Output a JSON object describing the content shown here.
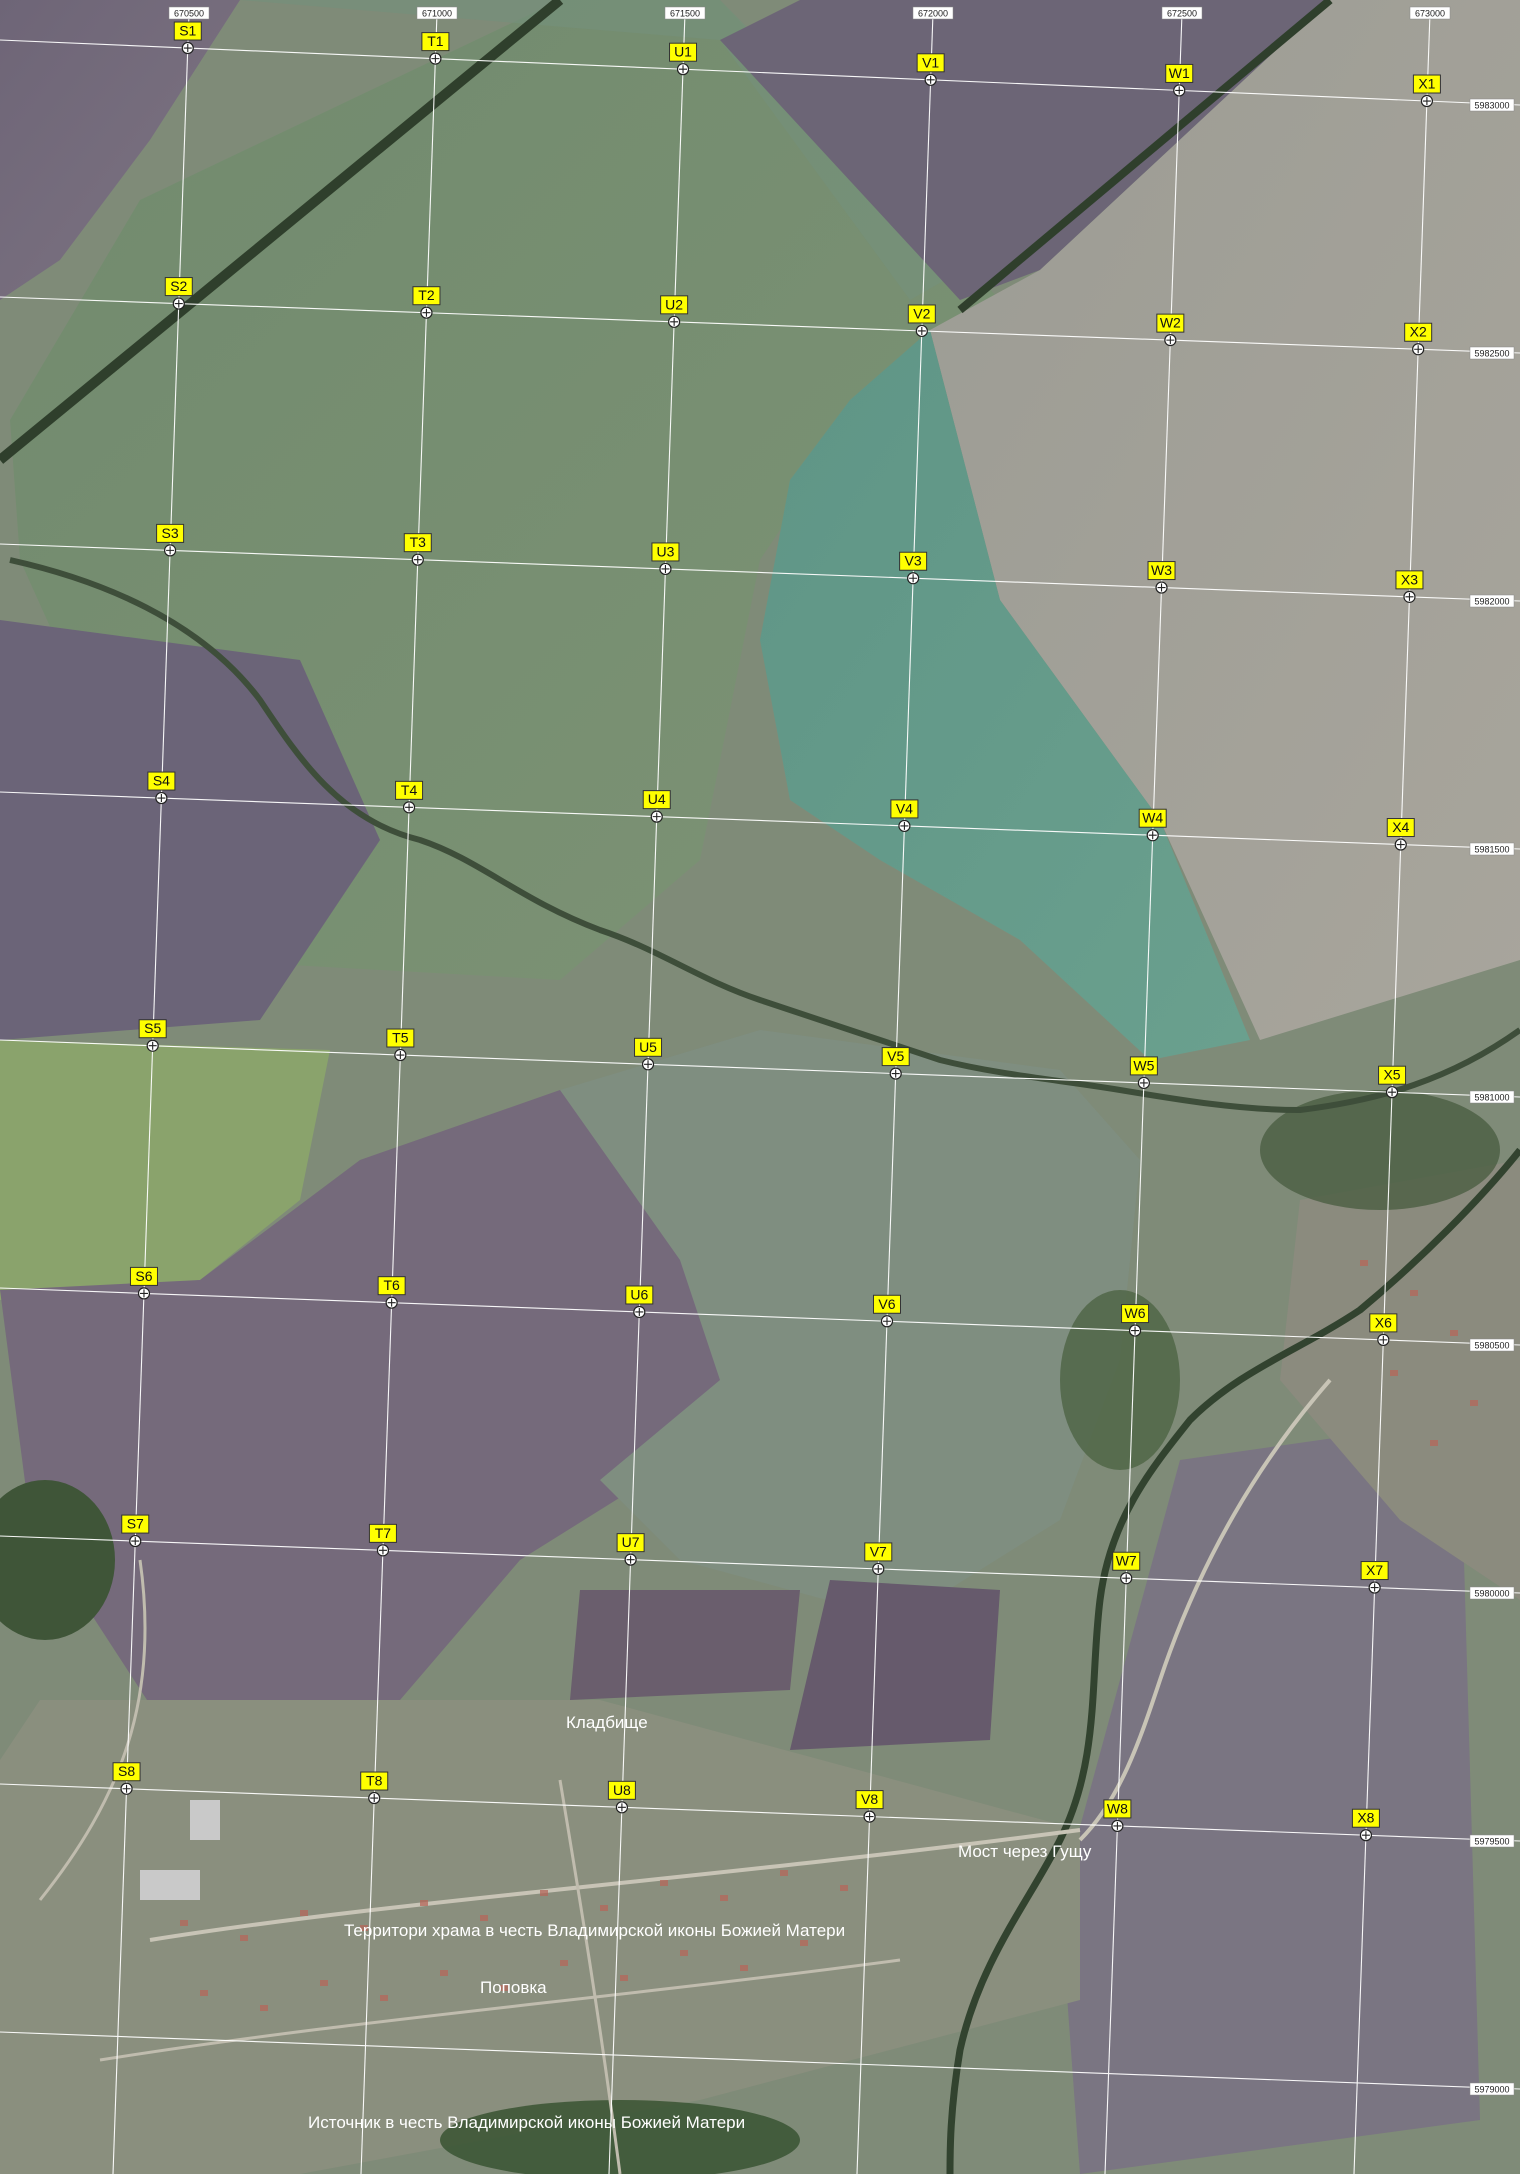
{
  "map": {
    "type": "satellite-grid-map",
    "colors": {
      "grid_line": "#ffffff",
      "marker_fill": "#ffff00",
      "marker_border": "#333333",
      "label_text": "#ffffff",
      "coord_box_fill": "#ffffff",
      "coord_box_text": "#222222"
    },
    "easting_labels": [
      "670500",
      "671000",
      "671500",
      "672000",
      "672500",
      "673000"
    ],
    "northing_labels": [
      "5983000",
      "5982500",
      "5982000",
      "5981500",
      "5981000",
      "5980500",
      "5980000",
      "5979500",
      "5979000"
    ],
    "grid_points": [
      {
        "label": "S1"
      },
      {
        "label": "T1"
      },
      {
        "label": "U1"
      },
      {
        "label": "V1"
      },
      {
        "label": "W1"
      },
      {
        "label": "X1"
      },
      {
        "label": "S2"
      },
      {
        "label": "T2"
      },
      {
        "label": "U2"
      },
      {
        "label": "V2"
      },
      {
        "label": "W2"
      },
      {
        "label": "X2"
      },
      {
        "label": "S3"
      },
      {
        "label": "T3"
      },
      {
        "label": "U3"
      },
      {
        "label": "V3"
      },
      {
        "label": "W3"
      },
      {
        "label": "X3"
      },
      {
        "label": "S4"
      },
      {
        "label": "T4"
      },
      {
        "label": "U4"
      },
      {
        "label": "V4"
      },
      {
        "label": "W4"
      },
      {
        "label": "X4"
      },
      {
        "label": "S5"
      },
      {
        "label": "T5"
      },
      {
        "label": "U5"
      },
      {
        "label": "V5"
      },
      {
        "label": "W5"
      },
      {
        "label": "X5"
      },
      {
        "label": "S6"
      },
      {
        "label": "T6"
      },
      {
        "label": "U6"
      },
      {
        "label": "V6"
      },
      {
        "label": "W6"
      },
      {
        "label": "X6"
      },
      {
        "label": "S7"
      },
      {
        "label": "T7"
      },
      {
        "label": "U7"
      },
      {
        "label": "V7"
      },
      {
        "label": "W7"
      },
      {
        "label": "X7"
      },
      {
        "label": "S8"
      },
      {
        "label": "T8"
      },
      {
        "label": "U8"
      },
      {
        "label": "V8"
      },
      {
        "label": "W8"
      },
      {
        "label": "X8"
      }
    ],
    "place_labels": [
      {
        "id": "cemetery",
        "text": "Кладбище"
      },
      {
        "id": "bridge",
        "text": "Мост через Гущу"
      },
      {
        "id": "temple",
        "text": "Территори храма в честь Владимирской иконы Божией Матери"
      },
      {
        "id": "village",
        "text": "Поповка"
      },
      {
        "id": "spring",
        "text": "Источник в честь Владимирской иконы Божией Матери"
      }
    ]
  }
}
